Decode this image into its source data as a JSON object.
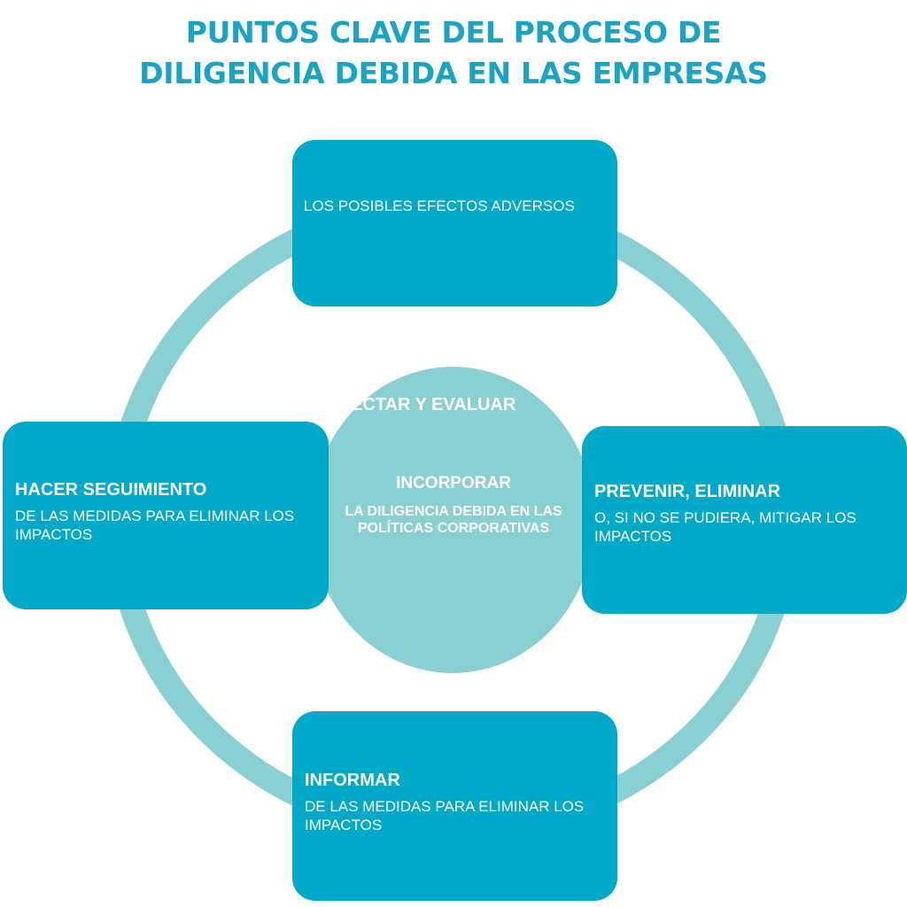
{
  "title": {
    "line1": "PUNTOS CLAVE DEL PROCESO DE",
    "line2": "DILIGENCIA DEBIDA EN LAS EMPRESAS"
  },
  "center": {
    "title": "INCORPORAR",
    "text": "LA DILIGENCIA DEBIDA EN LAS POLÍTICAS CORPORATIVAS"
  },
  "steps": [
    {
      "title": "DETECTAR Y EVALUAR",
      "text": "LOS POSIBLES EFECTOS ADVERSOS"
    },
    {
      "title": "PREVENIR, ELIMINAR",
      "text": "O, SI NO SE PUDIERA, MITIGAR LOS IMPACTOS"
    },
    {
      "title": "INFORMAR",
      "text": "DE LAS MEDIDAS PARA ELIMINAR LOS IMPACTOS"
    },
    {
      "title": "HACER SEGUIMIENTO",
      "text": "DE LAS MEDIDAS PARA ELIMINAR LOS IMPACTOS"
    }
  ],
  "colors": {
    "title": "#1aa3c2",
    "box": "#00a9c8",
    "ring": "#8ad0d3",
    "center": "#8ad0d3"
  }
}
